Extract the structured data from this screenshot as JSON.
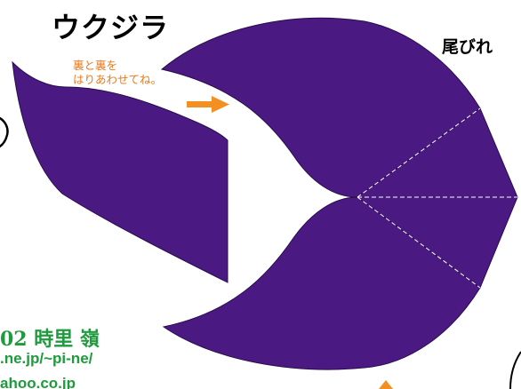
{
  "title": "ウクジラ",
  "tail_label": "尾びれ",
  "instruction": {
    "line1": "裏と裏を",
    "line2": "はりあわせてね。"
  },
  "credit": {
    "line1": "02 時里 嶺",
    "line2": ".ne.jp/~pi-ne/",
    "line3": "ahoo.co.jp"
  },
  "colors": {
    "shape_fill": "#4a1a82",
    "arrow": "#f39021",
    "instruction_text": "#ee7a1a",
    "credit_text": "#1e9b3c",
    "fold_line": "#ffffff"
  }
}
